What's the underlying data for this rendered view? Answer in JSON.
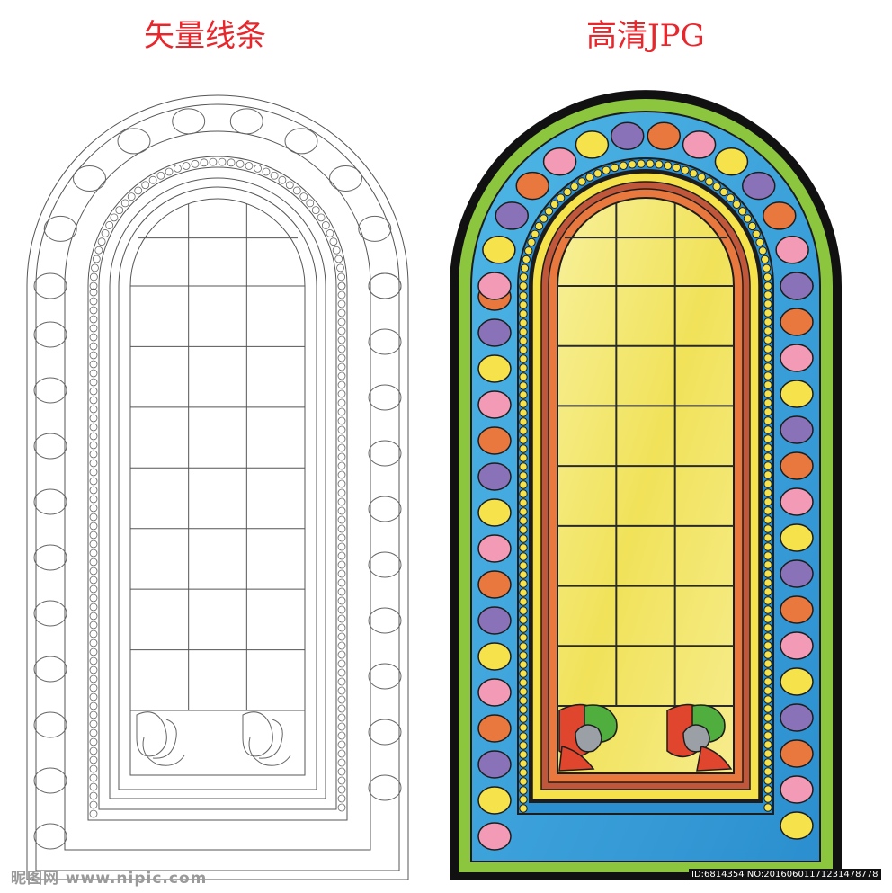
{
  "labels": {
    "left": "矢量线条",
    "right": "高清JPG"
  },
  "watermark": {
    "left": "昵图网 www.nipic.com",
    "right": "ID:6814354 NO:20160601171231478778"
  },
  "colors": {
    "label_red": "#e8262b",
    "frame_black": "#111111",
    "outer_green": "#8cc63f",
    "ring_blue": "#3aa0d8",
    "petal_pink": "#f29ab6",
    "petal_yellow": "#f6e24a",
    "petal_purple": "#8a72b8",
    "bead_ring": "#c9a53a",
    "inner_red_brown": "#c0573a",
    "glass_yellow": "#f3ea7a"
  }
}
